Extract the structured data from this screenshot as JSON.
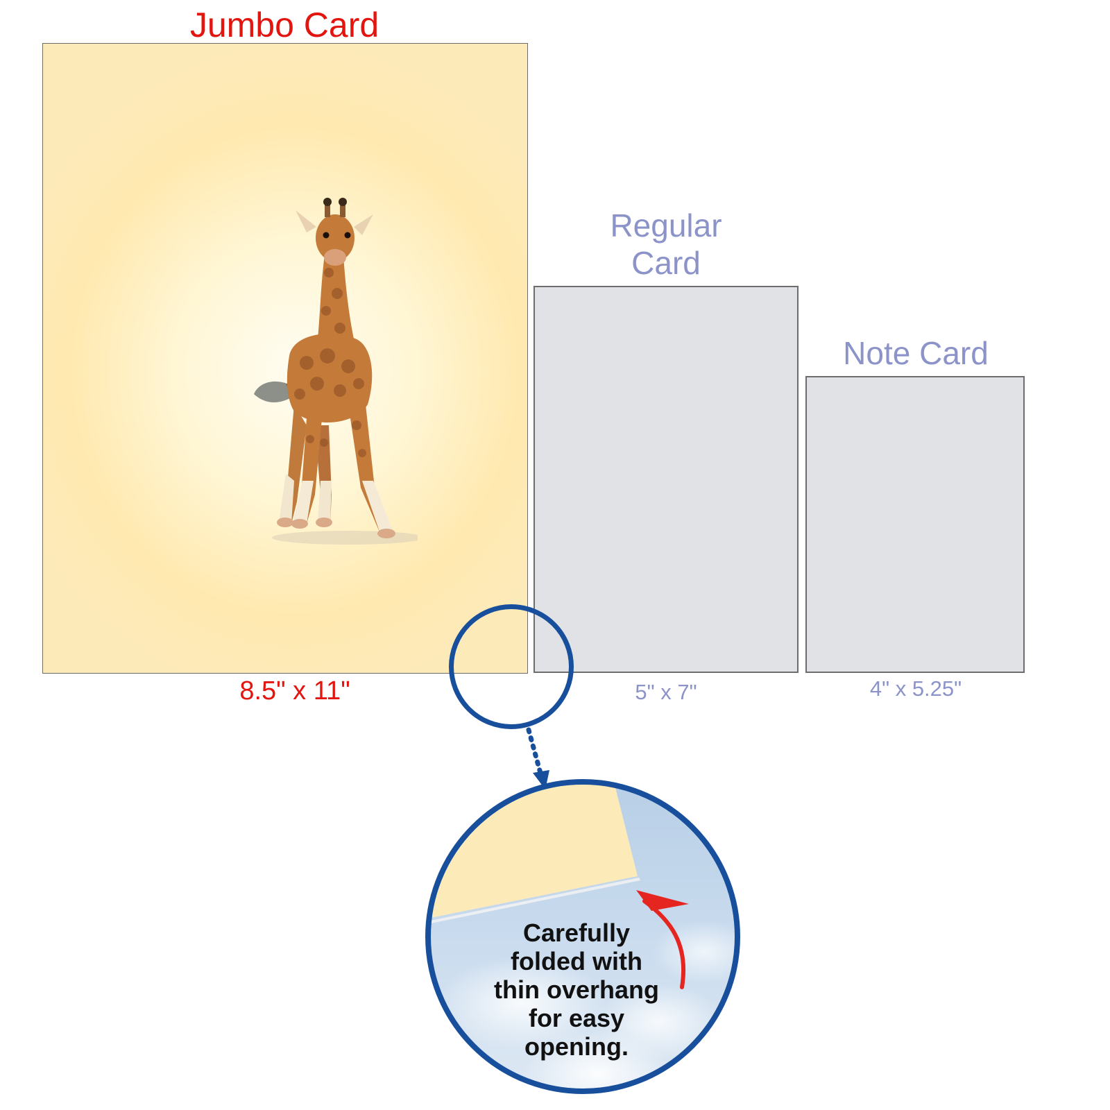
{
  "cards": {
    "jumbo": {
      "title": "Jumbo Card",
      "size": "8.5\" x 11\""
    },
    "regular": {
      "title_line1": "Regular",
      "title_line2": "Card",
      "size": "5\" x 7\""
    },
    "note": {
      "title": "Note Card",
      "size": "4\" x 5.25\""
    }
  },
  "callout": {
    "caption_lines": [
      "Carefully",
      "folded with",
      "thin overhang",
      "for easy",
      "opening."
    ]
  },
  "colors": {
    "jumbo_label": "#e3150f",
    "gray_label": "#8b93c9",
    "callout_blue": "#174f9c",
    "arrow_red": "#e52620",
    "card_gray": "#e1e2e6",
    "card_cream": "#fdeab9"
  },
  "icons": {
    "giraffe": "giraffe-illustration",
    "magnifier": "magnifier-ring-icon",
    "arrow": "curved-arrow-icon"
  }
}
